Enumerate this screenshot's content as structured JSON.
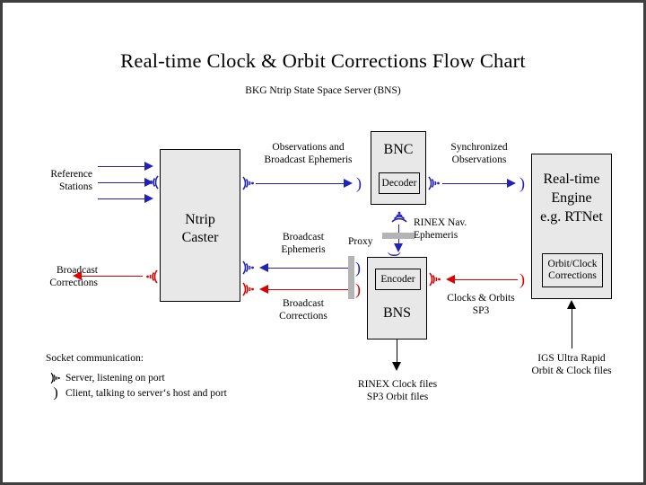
{
  "chart": {
    "title": "Real-time Clock & Orbit Corrections Flow Chart",
    "subtitle": "BKG Ntrip State Space Server  (BNS)"
  },
  "nodes": {
    "ntrip_caster": {
      "title_line1": "Ntrip",
      "title_line2": "Caster"
    },
    "bnc": {
      "title": "BNC",
      "inner": "Decoder"
    },
    "bns": {
      "title": "BNS",
      "inner": "Encoder"
    },
    "rt_engine": {
      "title_line1": "Real-time",
      "title_line2": "Engine",
      "title_line3": "e.g. RTNet",
      "inner_line1": "Orbit/Clock",
      "inner_line2": "Corrections"
    }
  },
  "labels": {
    "reference_stations_l1": "Reference",
    "reference_stations_l2": "Stations",
    "broadcast_corrections_out_l1": "Broadcast",
    "broadcast_corrections_out_l2": "Corrections",
    "observations_bce_l1": "Observations and",
    "observations_bce_l2": "Broadcast Ephemeris",
    "broadcast_ephemeris_l1": "Broadcast",
    "broadcast_ephemeris_l2": "Ephemeris",
    "broadcast_corrections_l1": "Broadcast",
    "broadcast_corrections_l2": "Corrections",
    "proxy_left": "Proxy",
    "synchronized_obs_l1": "Synchronized",
    "synchronized_obs_l2": "Observations",
    "rinex_nav_l1": "RINEX Nav.",
    "rinex_nav_l2": "Ephemeris",
    "clocks_orbits_l1": "Clocks & Orbits",
    "clocks_orbits_l2": "SP3",
    "rinex_files_l1": "RINEX Clock files",
    "rinex_files_l2": "SP3 Orbit files",
    "igs_l1": "IGS Ultra Rapid",
    "igs_l2": "Orbit & Clock files"
  },
  "legend": {
    "heading": "Socket communication:",
    "server_label": "Server, listening on port",
    "client_label": "Client, talking to server‘s host and port",
    "server_icon": "socket-server-icon",
    "client_icon": "socket-client-icon"
  },
  "colors": {
    "observation_flow": "#2222bb",
    "correction_flow": "#dd0000",
    "file_flow": "#000000",
    "box_fill": "#e8e8e8",
    "proxy_bar": "#b4b4b4",
    "frame": "#3f3f3f"
  }
}
